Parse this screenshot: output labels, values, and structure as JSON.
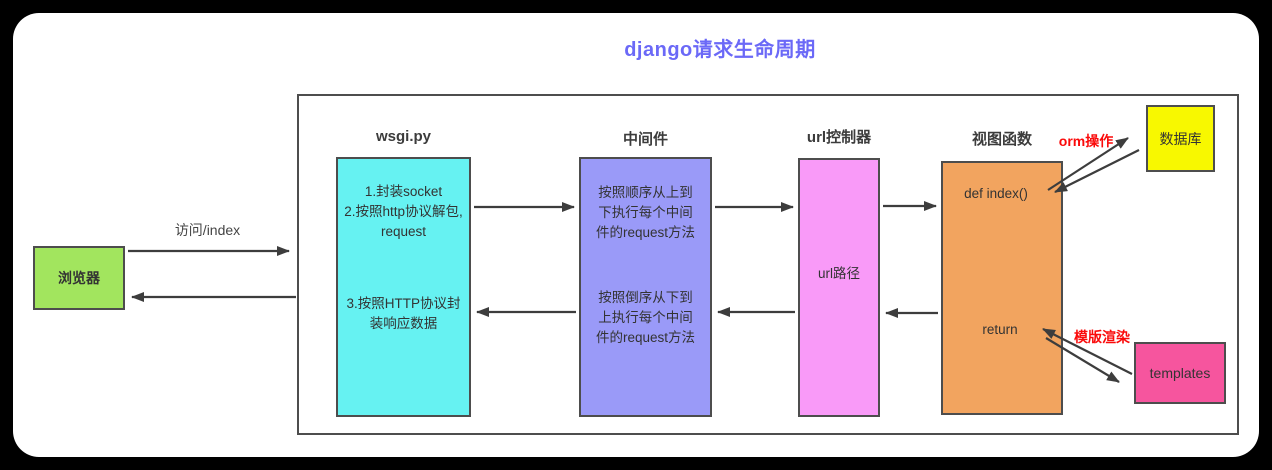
{
  "title": "django请求生命周期",
  "colors": {
    "title": "#6b69f7",
    "browser_green": "#a2e55e",
    "wsgi_cyan": "#66f2f2",
    "middleware_purple": "#9a9af8",
    "url_pink": "#f99af8",
    "view_orange": "#f2a45f",
    "database_yellow": "#f8f800",
    "templates_pink": "#f6559e",
    "red_label": "#fa0a0a",
    "line": "#3d3d3d"
  },
  "diagram": {
    "browser": {
      "label": "浏览器"
    },
    "request_arrow_label": "访问/index",
    "wsgi": {
      "header": "wsgi.py",
      "top_text": "1.封装socket\n2.按照http协议解包,\nrequest",
      "bottom_text": "3.按照HTTP协议封\n装响应数据"
    },
    "middleware": {
      "header": "中间件",
      "top_text": "按照顺序从上到\n下执行每个中间\n件的request方法",
      "bottom_text": "按照倒序从下到\n上执行每个中间\n件的request方法"
    },
    "url_controller": {
      "header": "url控制器",
      "label": "url路径"
    },
    "view_function": {
      "header": "视图函数",
      "def_label": "def index()",
      "return_label": "return"
    },
    "database": {
      "label": "数据库"
    },
    "templates": {
      "label": "templates"
    },
    "orm_label": "orm操作",
    "template_render_label": "模版渲染"
  }
}
